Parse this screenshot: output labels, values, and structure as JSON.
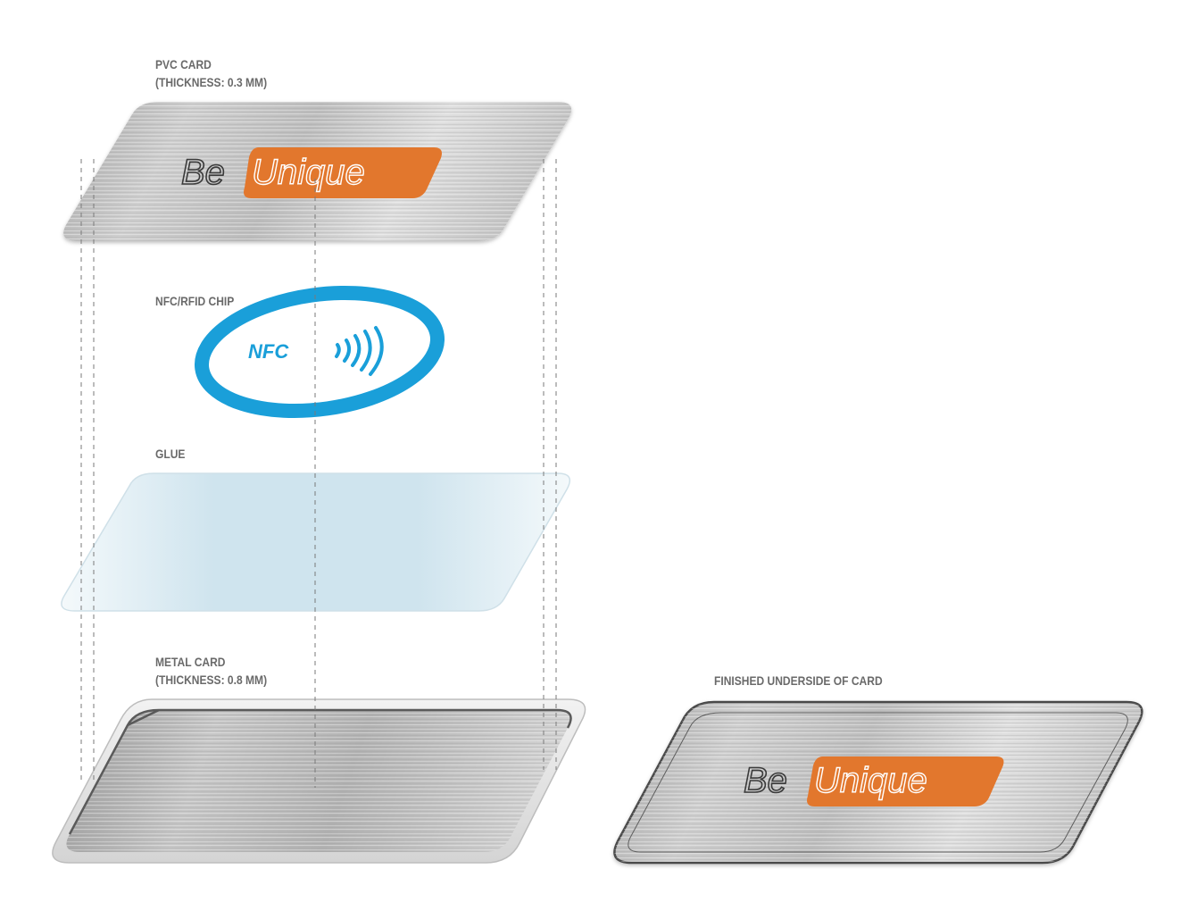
{
  "labels": {
    "pvc_card": {
      "line1": "PVC CARD",
      "line2": "(THICKNESS: 0.3 MM)"
    },
    "nfc_chip": "NFC/RFID CHIP",
    "glue": "GLUE",
    "metal_card": {
      "line1": "METAL CARD",
      "line2": "(THICKNESS: 0.8 MM)"
    },
    "finished": "FINISHED UNDERSIDE OF CARD"
  },
  "logo": {
    "part1": "Be",
    "part2": "Unique"
  },
  "nfc_text": "NFC",
  "colors": {
    "accent_orange": "#e2772d",
    "nfc_blue": "#1a9fd9",
    "label_gray": "#6a6a6a",
    "metal_light": "#dcdcdc",
    "metal_dark": "#9a9a9a",
    "glue_blue": "#cfe4ee"
  }
}
